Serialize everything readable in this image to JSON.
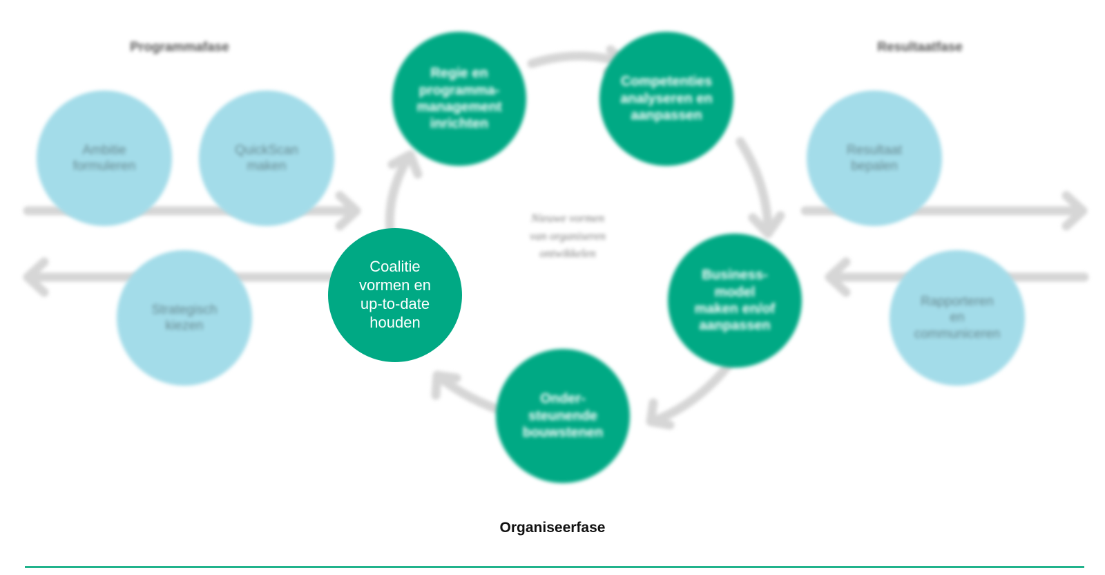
{
  "phases": {
    "program": "Programmafase",
    "result": "Resultaatfase",
    "organise": "Organiseerfase"
  },
  "center_text": "Nieuwe vormen\nvan organiseren\nontwikkelen",
  "program_nodes": {
    "ambitie": "Ambitie\nformuleren",
    "quickscan": "QuickScan\nmaken",
    "strategisch": "Strategisch\nkiezen"
  },
  "cycle_nodes": {
    "regie": "Regie en\nprogramma-\nmanagement\ninrichten",
    "competenties": "Competenties\nanalyseren en\naanpassen",
    "business": "Business-\nmodel\nmaken en/of\naanpassen",
    "onder": "Onder-\nsteunende\nbouwstenen",
    "coalitie": "Coalitie\nvormen en\nup-to-date\nhouden"
  },
  "result_nodes": {
    "resultaat": "Resultaat\nbepalen",
    "rapporteren": "Rapporteren\nen\ncommuniceren"
  },
  "colors": {
    "light_circle": "#a3dce9",
    "dark_circle": "#00a984",
    "arrow": "#d6d6d6",
    "rule": "#21b38c"
  }
}
